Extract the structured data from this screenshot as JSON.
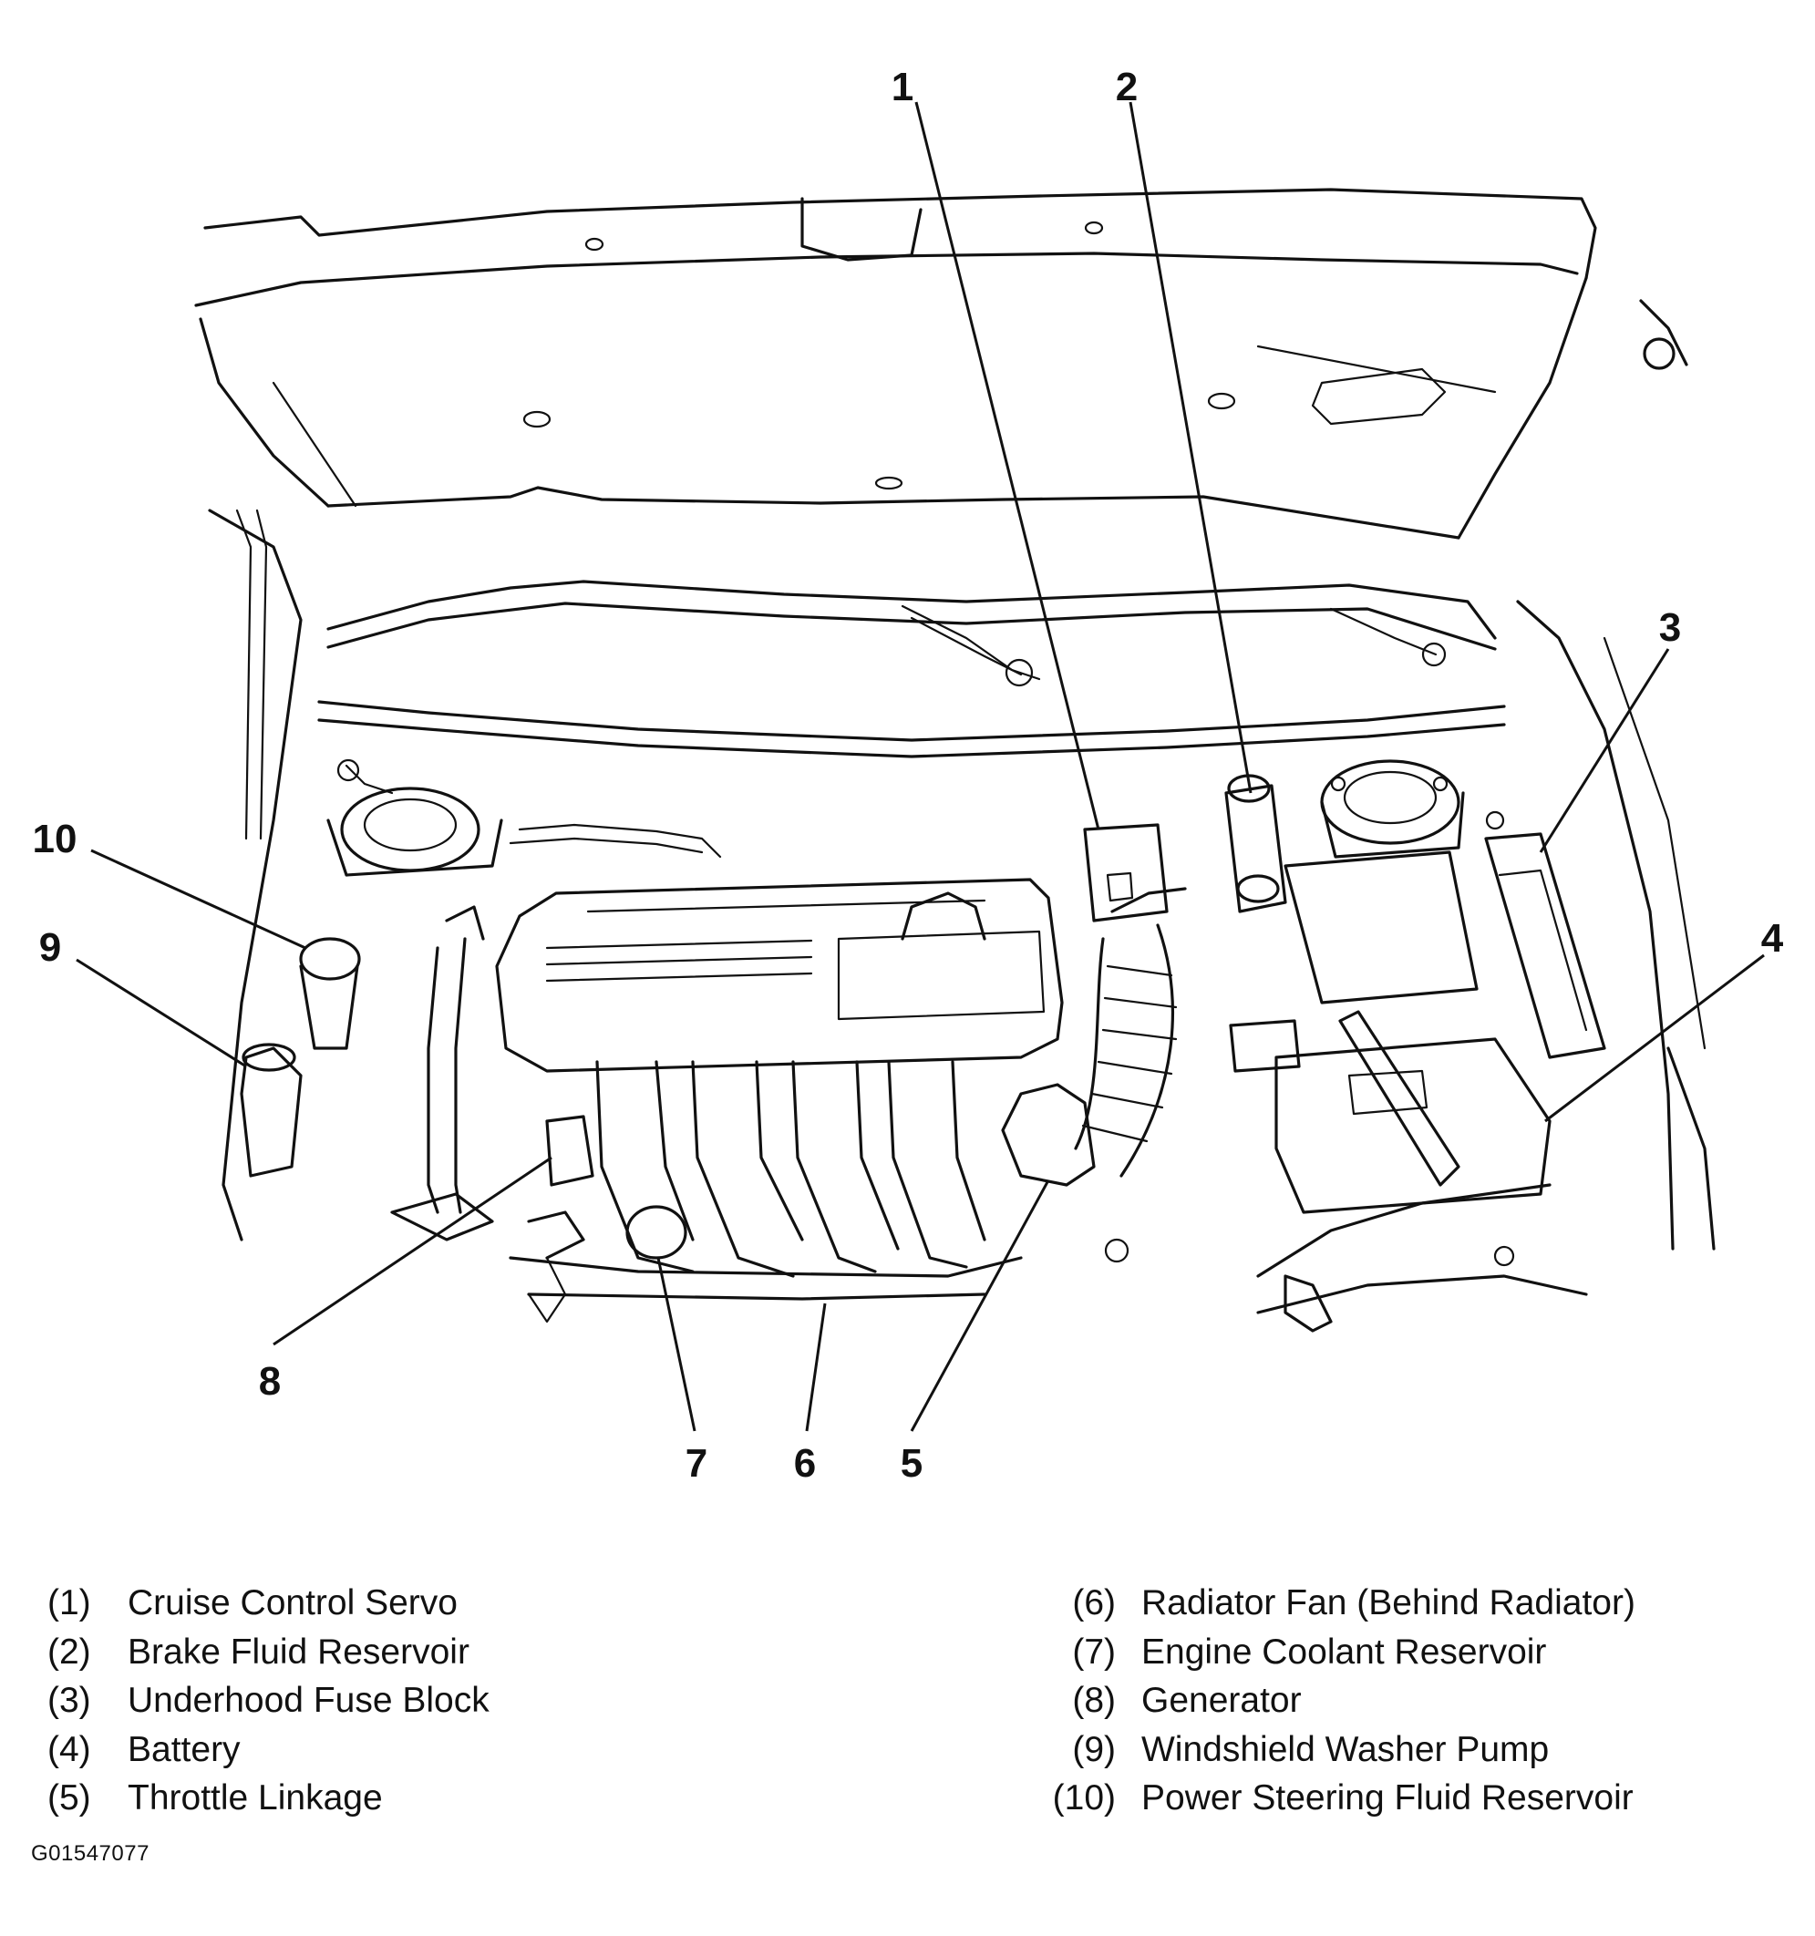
{
  "callouts": [
    {
      "num": "1"
    },
    {
      "num": "2"
    },
    {
      "num": "3"
    },
    {
      "num": "4"
    },
    {
      "num": "5"
    },
    {
      "num": "6"
    },
    {
      "num": "7"
    },
    {
      "num": "8"
    },
    {
      "num": "9"
    },
    {
      "num": "10"
    }
  ],
  "legend": {
    "left": [
      {
        "num": "(1)",
        "label": "Cruise Control Servo"
      },
      {
        "num": "(2)",
        "label": "Brake Fluid Reservoir"
      },
      {
        "num": "(3)",
        "label": "Underhood Fuse Block"
      },
      {
        "num": "(4)",
        "label": "Battery"
      },
      {
        "num": "(5)",
        "label": "Throttle Linkage"
      }
    ],
    "right": [
      {
        "num": "(6)",
        "label": "Radiator Fan (Behind Radiator)"
      },
      {
        "num": "(7)",
        "label": "Engine Coolant Reservoir"
      },
      {
        "num": "(8)",
        "label": "Generator"
      },
      {
        "num": "(9)",
        "label": "Windshield Washer Pump"
      },
      {
        "num": "(10)",
        "label": "Power Steering Fluid Reservoir"
      }
    ]
  },
  "figure_id": "G01547077"
}
